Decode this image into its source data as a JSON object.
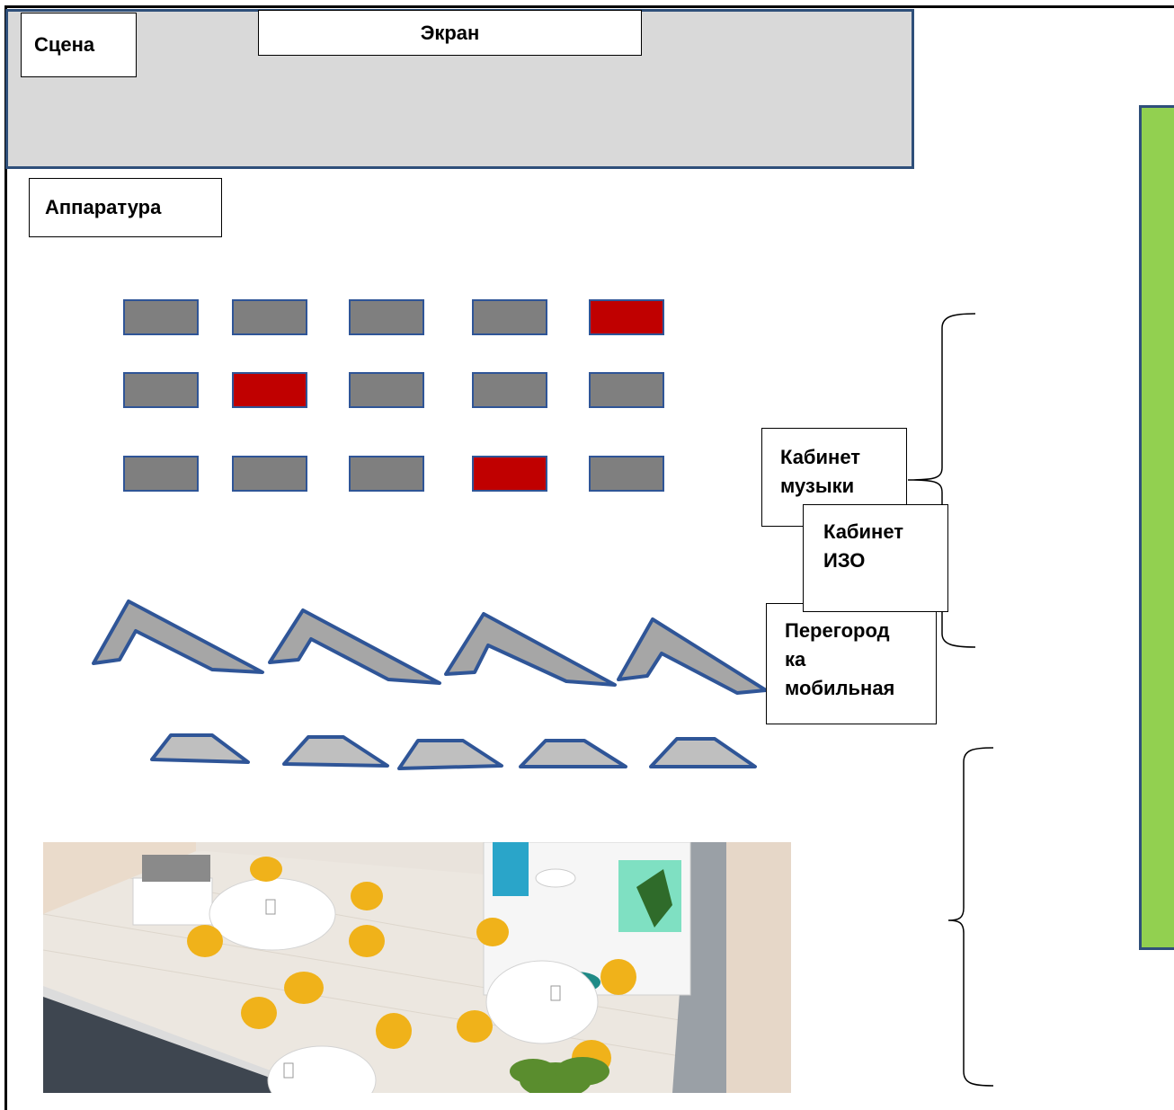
{
  "labels": {
    "stage": "Сцена",
    "screen": "Экран",
    "equipment": "Аппаратура",
    "music_room": "Кабинет\nмузыки",
    "partition": "Перегород\nка\nмобильная",
    "art_room": "Кабинет\nИЗО"
  },
  "colors": {
    "stage_fill": "#d9d9d9",
    "outline_blue": "#2f4f7a",
    "desk_gray": "#7f7f7f",
    "desk_red": "#c00000",
    "partition_gray": "#a6a6a6",
    "green_panel": "#92d050"
  },
  "desks": [
    [
      "gray",
      "gray",
      "gray",
      "gray",
      "red"
    ],
    [
      "gray",
      "red",
      "gray",
      "gray",
      "gray"
    ],
    [
      "gray",
      "gray",
      "gray",
      "red",
      "gray"
    ]
  ]
}
